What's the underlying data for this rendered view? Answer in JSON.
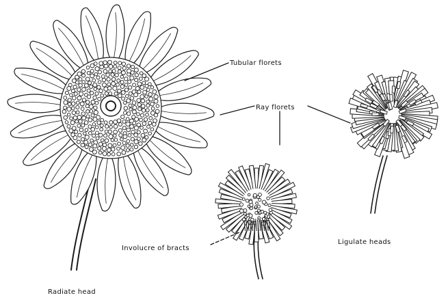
{
  "labels": {
    "tubular_florets": "Tubular florets",
    "ray_florets": "Ray florets",
    "involucre": "Involucre of bracts",
    "ligulate_heads": "Ligulate heads",
    "radiate_head": "Radiate head"
  },
  "colors": {
    "ink": "#1a1a1a",
    "background": "#ffffff"
  },
  "figures": {
    "radiate_head": {
      "ray_petal_count": 20
    },
    "discoid_head": {
      "ray_count": 46
    },
    "ligulate_head": {
      "ray_count": 70
    }
  }
}
